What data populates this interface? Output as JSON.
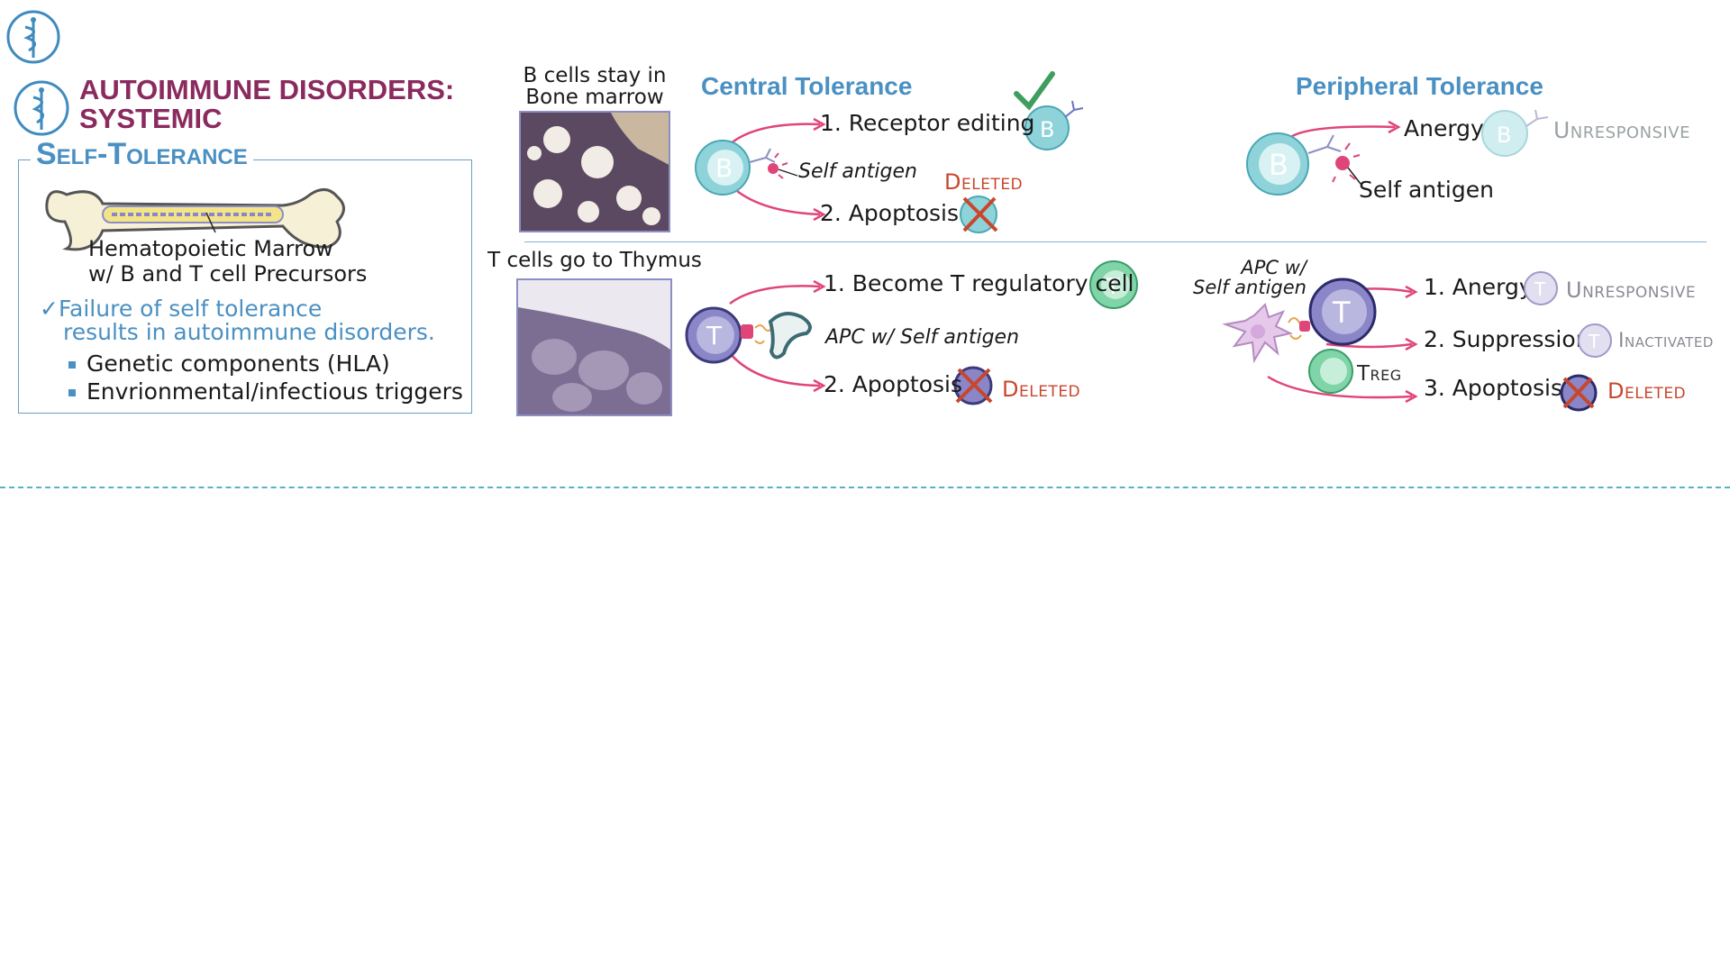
{
  "header": {
    "title_line1": "AUTOIMMUNE DISORDERS:",
    "title_line2": "SYSTEMIC",
    "logo_icon": "caduceus-icon",
    "corner_icon": "caduceus-icon"
  },
  "self_tolerance": {
    "title": "Self-Tolerance",
    "bone_label_line1": "Hematopoietic Marrow",
    "bone_label_line2": "w/ B and T cell Precursors",
    "check_icon": "checkmark-icon",
    "failure_line1": "Failure of self tolerance",
    "failure_line2": "results in autoimmune disorders.",
    "bullets": [
      "Genetic components (HLA)",
      "Envrionmental/infectious triggers"
    ]
  },
  "histology": {
    "bone_marrow_caption_line1": "B cells stay in",
    "bone_marrow_caption_line2": "Bone marrow",
    "thymus_caption": "T cells go to Thymus"
  },
  "central_tolerance": {
    "title": "Central Tolerance",
    "b_cell": {
      "cell_letter": "B",
      "antigen_label": "Self antigen",
      "step1": "1. Receptor editing",
      "step2": "2. Apoptosis",
      "deleted_label": "Deleted"
    },
    "t_cell": {
      "cell_letter": "T",
      "apc_label": "APC w/ Self antigen",
      "step1": "1. Become T regulatory cell",
      "step2": "2. Apoptosis",
      "deleted_label": "Deleted"
    }
  },
  "peripheral_tolerance": {
    "title": "Peripheral Tolerance",
    "b_cell": {
      "cell_letter": "B",
      "step1": "Anergy",
      "unresponsive_label": "Unresponsive",
      "antigen_label": "Self antigen"
    },
    "t_cell": {
      "cell_letter": "T",
      "apc_label_line1": "APC w/",
      "apc_label_line2": "Self antigen",
      "treg_label": "Treg",
      "step1": "1. Anergy",
      "unresponsive_label": "Unresponsive",
      "step2": "2. Suppression",
      "inactivated_label": "Inactivated",
      "step3": "3. Apoptosis",
      "deleted_label": "Deleted"
    }
  },
  "colors": {
    "title_purple": "#8a2a5e",
    "heading_blue": "#4a90c2",
    "arrow_pink": "#e0457a",
    "b_cell_teal": "#8fd3da",
    "t_cell_purple": "#8a86c8",
    "treg_green": "#7fd4a8",
    "deleted_red": "#c8472c"
  }
}
